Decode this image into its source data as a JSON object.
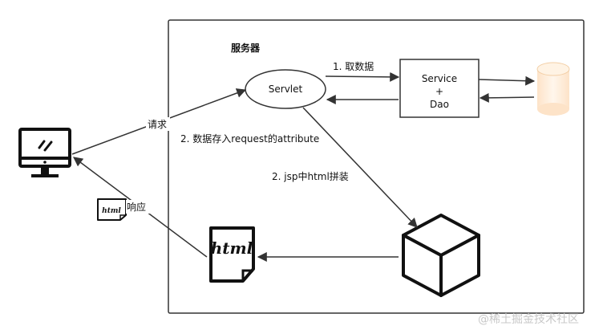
{
  "title": "服务器",
  "nodes": {
    "servlet": "Servlet",
    "service": {
      "line1": "Service",
      "line2": "+",
      "line3": "Dao"
    },
    "html_doc": "html",
    "html_small": "html"
  },
  "edges": {
    "request": "请求",
    "fetch_data": "1. 取数据",
    "store_data": "2. 数据存入request的attribute",
    "jsp_assemble": "2. jsp中html拼装",
    "response": "响应"
  },
  "watermark": "@稀土掘金技术社区"
}
